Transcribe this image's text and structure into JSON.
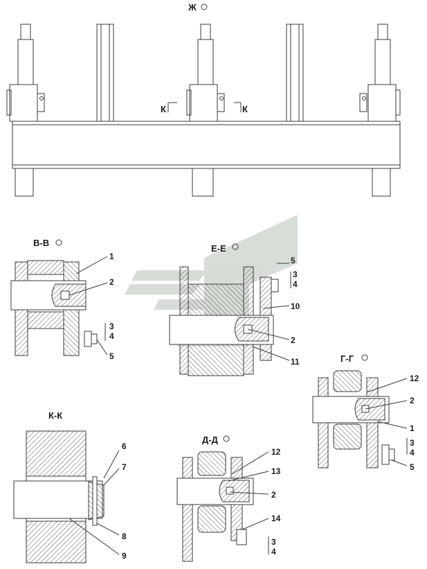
{
  "views": {
    "top": "Ж",
    "vv": "В-В",
    "ee": "Е-Е",
    "gg": "Г-Г",
    "kk": "К-К",
    "dd": "Д-Д"
  },
  "section_marks": {
    "left": "К",
    "right": "К"
  },
  "callouts": {
    "vv": [
      "1",
      "2",
      "3",
      "4",
      "5"
    ],
    "ee": [
      "5",
      "3",
      "4",
      "10",
      "2",
      "11"
    ],
    "gg": [
      "12",
      "2",
      "1",
      "3",
      "4",
      "5"
    ],
    "kk": [
      "6",
      "7",
      "8",
      "9"
    ],
    "dd": [
      "12",
      "13",
      "2",
      "14",
      "3",
      "4"
    ]
  },
  "colors": {
    "line": "#3a3a3a",
    "hatch": "#555555",
    "watermark": "#d3d9d3",
    "background": "#ffffff"
  }
}
